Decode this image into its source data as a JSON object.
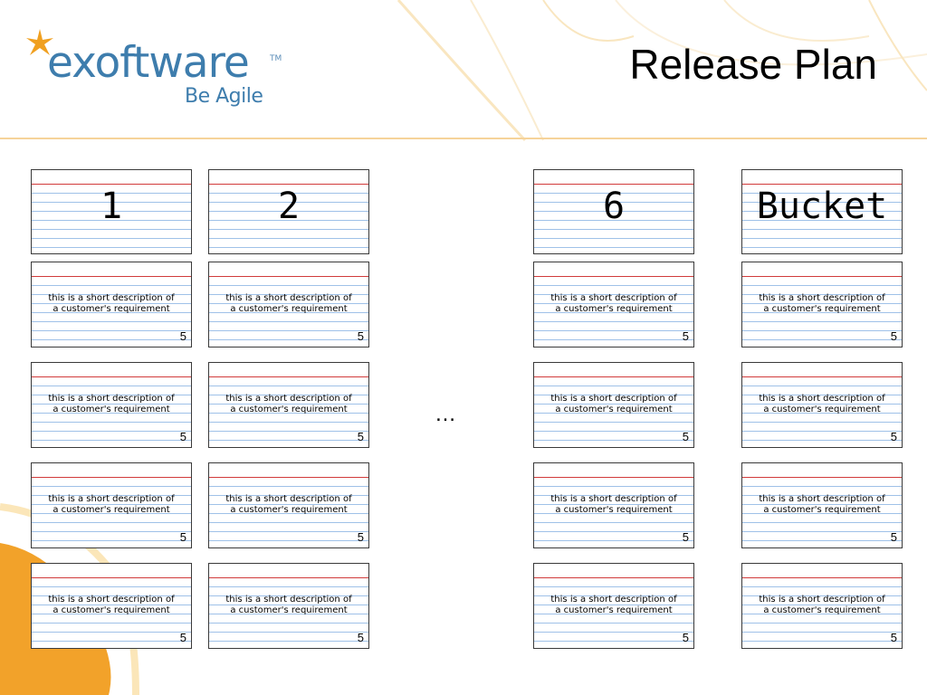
{
  "logo": {
    "name": "exoftware",
    "tm": "TM",
    "tagline": "Be Agile"
  },
  "title": "Release Plan",
  "colors": {
    "brand_blue": "#3e7dad",
    "star_orange": "#f0a020",
    "card_red_line": "#d13b3b",
    "card_blue_line": "#9fc1e8"
  },
  "ellipsis": "…",
  "columns": [
    {
      "label": "1",
      "stories": [
        {
          "line1": "this is a short description of",
          "line2": "a customer's requirement",
          "points": "5"
        },
        {
          "line1": "this is a short description of",
          "line2": "a customer's requirement",
          "points": "5"
        },
        {
          "line1": "this is a short description of",
          "line2": "a customer's requirement",
          "points": "5"
        },
        {
          "line1": "this is a short description of",
          "line2": "a customer's requirement",
          "points": "5"
        }
      ]
    },
    {
      "label": "2",
      "stories": [
        {
          "line1": "this is a short description of",
          "line2": "a customer's requirement",
          "points": "5"
        },
        {
          "line1": "this is a short description of",
          "line2": "a customer's requirement",
          "points": "5"
        },
        {
          "line1": "this is a short description of",
          "line2": "a customer's requirement",
          "points": "5"
        },
        {
          "line1": "this is a short description of",
          "line2": "a customer's requirement",
          "points": "5"
        }
      ]
    },
    {
      "label": "6",
      "stories": [
        {
          "line1": "this is a short description of",
          "line2": "a customer's requirement",
          "points": "5"
        },
        {
          "line1": "this is a short description of",
          "line2": "a customer's requirement",
          "points": "5"
        },
        {
          "line1": "this is a short description of",
          "line2": "a customer's requirement",
          "points": "5"
        },
        {
          "line1": "this is a short description of",
          "line2": "a customer's requirement",
          "points": "5"
        }
      ]
    },
    {
      "label": "Bucket",
      "stories": [
        {
          "line1": "this is a short description of",
          "line2": "a customer's requirement",
          "points": "5"
        },
        {
          "line1": "this is a short description of",
          "line2": "a customer's requirement",
          "points": "5"
        },
        {
          "line1": "this is a short description of",
          "line2": "a customer's requirement",
          "points": "5"
        },
        {
          "line1": "this is a short description of",
          "line2": "a customer's requirement",
          "points": "5"
        }
      ]
    }
  ]
}
